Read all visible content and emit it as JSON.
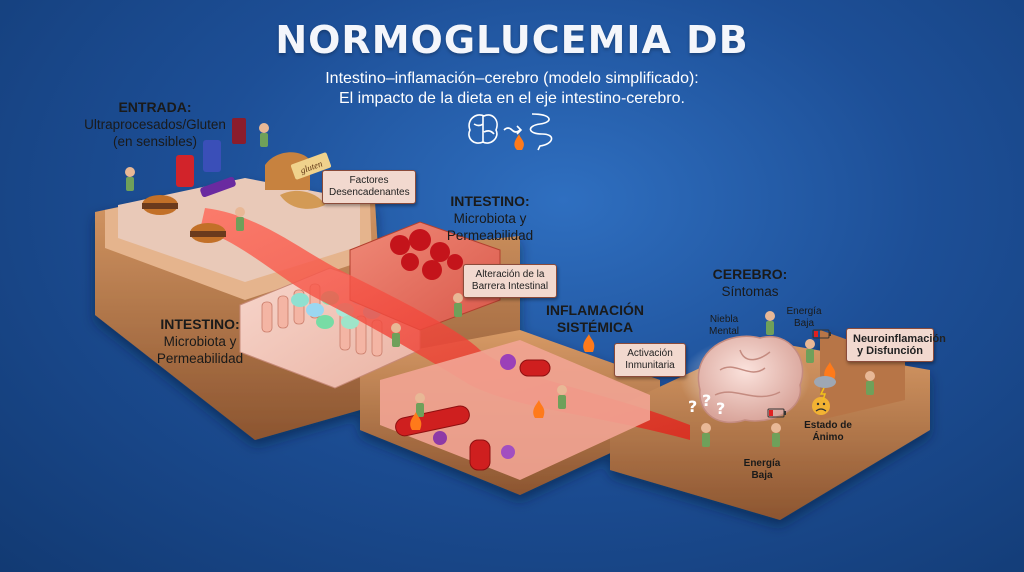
{
  "title": "NORMOGLUCEMIA DB",
  "subtitle": {
    "line1": "Intestino–inflamación–cerebro (modelo simplificado):",
    "line2": "El impacto de la dieta en el eje intestino-cerebro."
  },
  "header_icons": [
    "brain-icon",
    "arrow-icon",
    "gut-icon",
    "flame-icon"
  ],
  "stages": {
    "entrada": {
      "heading": "ENTRADA:",
      "line1": "Ultraprocesados/Gluten",
      "line2": "(en sensibles)"
    },
    "intestino_top": {
      "heading": "INTESTINO:",
      "line1": "Microbiota y",
      "line2": "Permeabilidad"
    },
    "intestino_left": {
      "heading": "INTESTINO:",
      "line1": "Microbiota y",
      "line2": "Permeabilidad"
    },
    "inflamacion": {
      "heading1": "INFLAMACIÓN",
      "heading2": "SISTÉMICA"
    },
    "cerebro": {
      "heading": "CEREBRO:",
      "line1": "Síntomas"
    }
  },
  "signs": {
    "factores": {
      "line1": "Factores",
      "line2": "Desencadenantes"
    },
    "alteracion": {
      "line1": "Alteración de la",
      "line2": "Barrera Intestinal"
    },
    "activacion": {
      "line1": "Activación",
      "line2": "Inmunitaria"
    },
    "neuro": {
      "line1": "Neuroinflamación",
      "line2": "y Disfunción"
    }
  },
  "package_label": "gluten",
  "symptoms": {
    "niebla": {
      "line1": "Niebla",
      "line2": "Mental"
    },
    "energia_top": {
      "line1": "Energía",
      "line2": "Baja"
    },
    "estado": {
      "line1": "Estado de",
      "line2": "Ánimo"
    },
    "energia_bottom": {
      "line1": "Energía",
      "line2": "Baja"
    }
  },
  "colors": {
    "background": "#1d4f97",
    "wood": "#c98a5a",
    "inflammation": "#e23a2e",
    "gut_tile": "#f3c3b5",
    "brain": "#f0c8c0",
    "sign_bg": "#f2d9cf"
  }
}
